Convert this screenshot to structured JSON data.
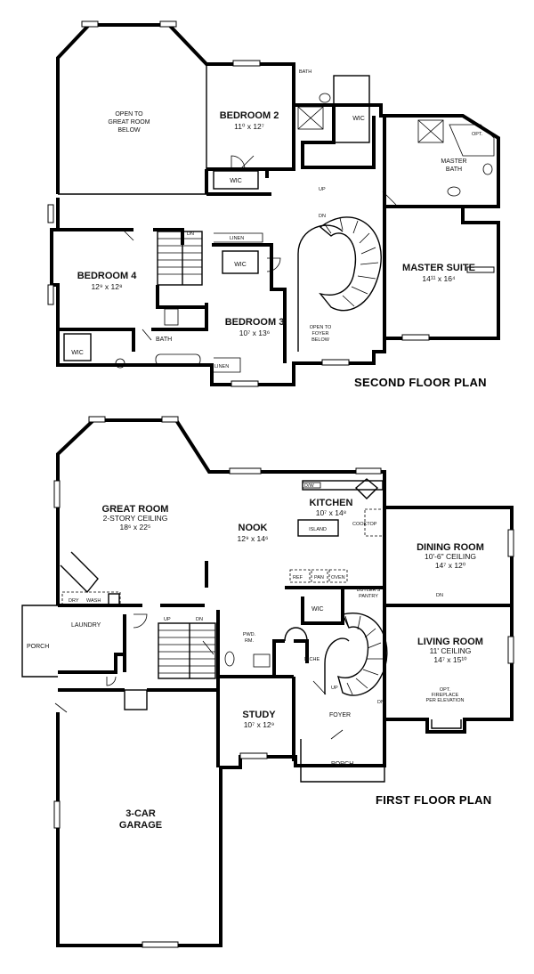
{
  "second_floor": {
    "title": "SECOND FLOOR PLAN",
    "rooms": {
      "open_great_room": [
        "OPEN TO",
        "GREAT ROOM",
        "BELOW"
      ],
      "bedroom2": {
        "name": "BEDROOM 2",
        "dim": "11⁰ x 12⁷"
      },
      "bath_top": "BATH",
      "wic_b2": "WIC",
      "wic_center": "WIC",
      "master_bath": [
        "MASTER",
        "BATH"
      ],
      "opt": "OPT.",
      "master_suite": {
        "name": "MASTER SUITE",
        "dim": "14¹¹ x 16⁴"
      },
      "bedroom4": {
        "name": "BEDROOM 4",
        "dim": "12⁹ x 12⁸"
      },
      "bedroom3": {
        "name": "BEDROOM 3",
        "dim": "10⁷ x 13⁶"
      },
      "wic_b3": "WIC",
      "wic_b4": "WIC",
      "bath_b4": "BATH",
      "linen_top": "LINEN",
      "linen_bottom": "LINEN",
      "open_foyer": [
        "OPEN TO",
        "FOYER",
        "BELOW"
      ],
      "stair_up": "UP",
      "stair_dn": "DN",
      "stair_dn2": "DN"
    }
  },
  "first_floor": {
    "title": "FIRST FLOOR PLAN",
    "rooms": {
      "great_room": {
        "name": "GREAT ROOM",
        "sub": "2-STORY CEILING",
        "dim": "18⁶ x 22⁵"
      },
      "nook": {
        "name": "NOOK",
        "dim": "12⁹ x 14⁶"
      },
      "kitchen": {
        "name": "KITCHEN",
        "dim": "10⁷ x 14⁸"
      },
      "island": "ISLAND",
      "dw": "D/W",
      "cooktop": "COOKTOP",
      "ref": "REF",
      "pan": "PAN",
      "oven": "OVEN",
      "dining_room": {
        "name": "DINING ROOM",
        "sub": "10'-6\" CEILING",
        "dim": "14⁷ x 12⁰"
      },
      "butlers_pantry": [
        "BUTLER'S",
        "PANTRY"
      ],
      "living_room": {
        "name": "LIVING ROOM",
        "sub": "11' CEILING",
        "dim": "14⁷ x 15¹⁰"
      },
      "fireplace_note": [
        "OPT.",
        "FIREPLACE",
        "PER ELEVATION"
      ],
      "dry": "DRY",
      "wash": "WASH",
      "laundry": "LAUNDRY",
      "porch_left": "PORCH",
      "pwd": [
        "PWD.",
        "RM."
      ],
      "wic": "WIC",
      "niche": "NICHE",
      "study": {
        "name": "STUDY",
        "dim": "10⁷ x 12⁹"
      },
      "foyer": "FOYER",
      "porch_front": "PORCH",
      "garage": [
        "3-CAR",
        "GARAGE"
      ],
      "stair_dn": "DN",
      "stair_up": "UP",
      "stair_up2": "UP",
      "dn_right": "DN",
      "dn_dining": "DN"
    }
  }
}
